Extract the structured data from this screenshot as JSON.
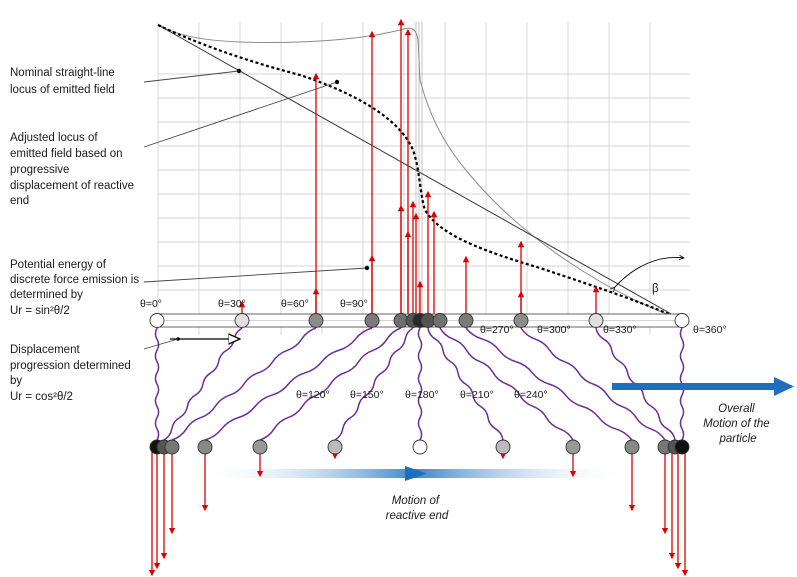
{
  "annotations": {
    "nominal_locus": [
      "Nominal straight-line",
      "locus of emitted field"
    ],
    "adjusted_locus": [
      "Adjusted locus of",
      "emitted field  based on",
      "progressive",
      "displacement of reactive",
      "end"
    ],
    "potential_energy": [
      "Potential energy of",
      "discrete force emission is",
      "determined by"
    ],
    "potential_formula": "Ur = sin²θ/2",
    "displacement": [
      "Displacement",
      "progression determined",
      "by"
    ],
    "displacement_formula": "Ur = cos²θ/2",
    "overall_motion": [
      "Overall",
      "Motion of the",
      "particle"
    ],
    "reactive_motion": [
      "Motion of",
      "reactive end"
    ],
    "beta": "β"
  },
  "angles_top": [
    "θ=0°",
    "θ=30°",
    "θ=60°",
    "θ=90°",
    "θ=270°",
    "θ=300°",
    "θ=330°",
    "θ=360°"
  ],
  "angles_mid": [
    "θ=120°",
    "θ=150°",
    "θ=180°",
    "θ=210°",
    "θ=240°"
  ],
  "colors": {
    "arrow_red": "#dd0000",
    "wave_purple": "#6a2c9c",
    "blue_arrow": "#1f6fbf",
    "grid": "#c9c9c9",
    "dotted_locus": "#000000"
  }
}
